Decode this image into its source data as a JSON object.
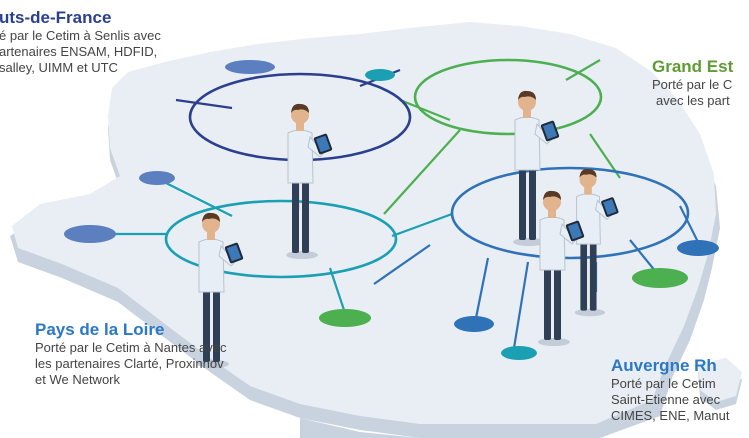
{
  "colors": {
    "map_top": "#e9eef4",
    "map_side": "#c9d3df",
    "navy": "#2b3f8f",
    "green": "#4caf50",
    "teal": "#1b9fb3",
    "blue": "#2f72b8",
    "green_text": "#5f9c34",
    "blue_text": "#2a78c6",
    "shirt": "#e8eef5",
    "trousers": "#2f3f55",
    "hair": "#5a3a24",
    "skin": "#e2b48e"
  },
  "regions": [
    {
      "title": "uts-de-France",
      "lines": [
        "é par le Cetim à Senlis avec",
        "artenaires ENSAM, HDFID,",
        "salley, UIMM et UTC"
      ]
    },
    {
      "title": "Grand Est",
      "lines": [
        "Porté par le C",
        "avec les part"
      ]
    },
    {
      "title": "Pays de la Loire",
      "lines": [
        "Porté par le Cetim à Nantes avec",
        "les partenaires Clarté, Proxinnov",
        "et We Network"
      ]
    },
    {
      "title": "Auvergne Rh",
      "lines": [
        "Porté par le Cetim",
        "Saint-Etienne avec",
        "CIMES, ENE, Manut"
      ]
    }
  ]
}
